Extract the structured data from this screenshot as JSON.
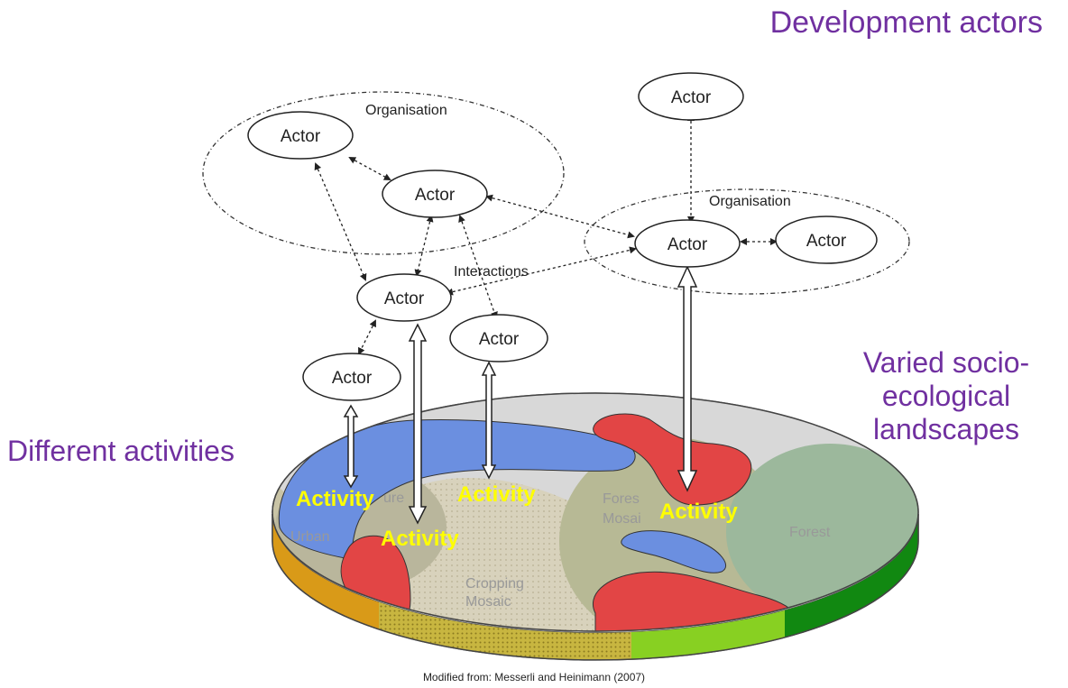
{
  "title": "Development actors",
  "left_label": "Different activities",
  "right_label": "Varied socio-ecological landscapes",
  "right_label_lines": [
    "Varied socio-",
    "ecological",
    "landscapes"
  ],
  "caption": "Modified from: Messerli and Heinimann (2007)",
  "organisation_label": "Organisation",
  "interactions_label": "Interactions",
  "actor_label": "Actor",
  "activity_label": "Activity",
  "zones": {
    "urban": "Urban",
    "pasture_fragment": "ure",
    "forest_mosaic": [
      "Fores",
      "Mosai"
    ],
    "cropping_mosaic": [
      "Cropping",
      "Mosaic"
    ],
    "forest": "Forest"
  },
  "colors": {
    "label_purple": "#7030a0",
    "activity_yellow": "#ffff00",
    "water_blue": "#6b8fe0",
    "patch_red": "#e24545",
    "forest_green": "#9cb89c",
    "rim_dark_green": "#118811",
    "rim_light_green": "#88d022",
    "rim_orange": "#d99a18"
  }
}
